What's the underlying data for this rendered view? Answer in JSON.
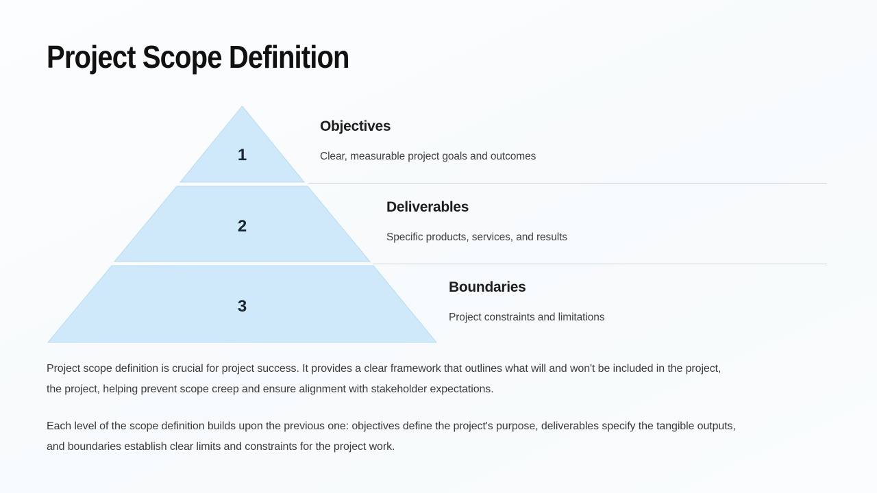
{
  "slide": {
    "title": "Project Scope Definition"
  },
  "colors": {
    "background": "#fafcfd",
    "pyramid_fill": "#cfe9fa",
    "pyramid_stroke": "#b9dcf0",
    "separator_line": "#c6d4da",
    "number_text": "#1b2530",
    "heading_text": "#1d1d1d",
    "description_text": "#404040",
    "body_text": "#3a3a3a",
    "title_text": "#111111"
  },
  "pyramid": {
    "levels": [
      {
        "number": "1",
        "title": "Objectives",
        "description": "Clear, measurable project goals and outcomes"
      },
      {
        "number": "2",
        "title": "Deliverables",
        "description": "Specific products, services, and results"
      },
      {
        "number": "3",
        "title": "Boundaries",
        "description": "Project constraints and limitations"
      }
    ]
  },
  "paragraphs": [
    {
      "lines": [
        "Project scope definition is crucial for project success. It provides a clear framework that outlines what will and won't be included in the project,",
        "the project, helping prevent scope creep and ensure alignment with stakeholder expectations."
      ]
    },
    {
      "lines": [
        "Each level of the scope definition builds upon the previous one: objectives define the project's purpose, deliverables specify the tangible outputs,",
        "and boundaries establish clear limits and constraints for the project work."
      ]
    }
  ]
}
